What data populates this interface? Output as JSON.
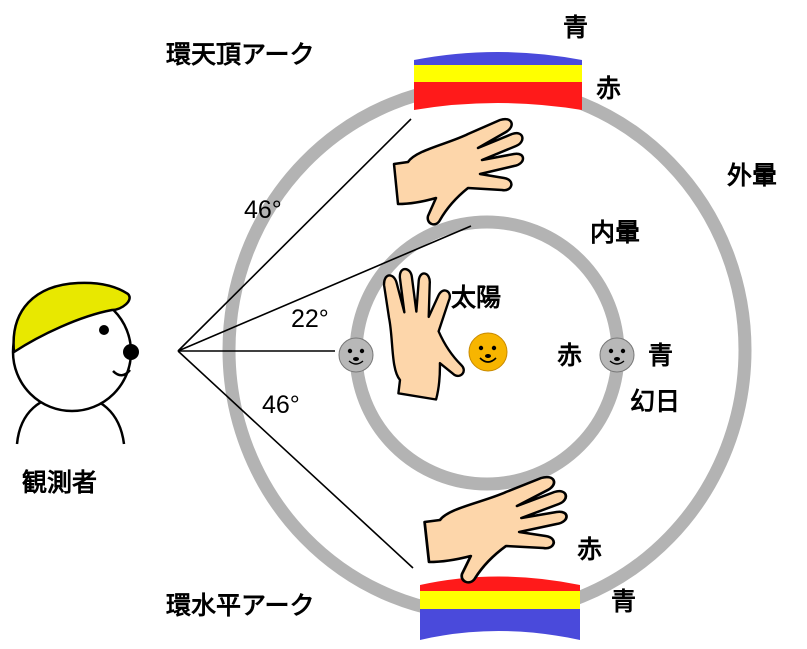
{
  "labels": {
    "circumzenithal_arc": "環天頂アーク",
    "circumhorizontal_arc": "環水平アーク",
    "outer_halo": "外暈",
    "inner_halo": "内暈",
    "sun": "太陽",
    "parhelion": "幻日",
    "observer": "観測者",
    "blue_top": "青",
    "red_top": "赤",
    "red_bottom": "赤",
    "blue_bottom": "青",
    "red_sundog": "赤",
    "blue_sundog": "青",
    "angle_upper": "46°",
    "angle_inner": "22°",
    "angle_lower": "46°"
  },
  "colors": {
    "halo_ring": "#b3b3b3",
    "arc_blue": "#4a4adb",
    "arc_yellow": "#ffff00",
    "arc_red": "#ff1a1a",
    "sun": "#f7b500",
    "sundog": "#b8b8b8",
    "cap": "#e8e800",
    "hand": "#fdd6aa"
  },
  "icons": {
    "observer": "cartoon-person-with-cap-icon",
    "sun": "smiling-sun-face-icon",
    "sundog": "gray-face-icon",
    "hand": "outstretched-hand-icon"
  }
}
